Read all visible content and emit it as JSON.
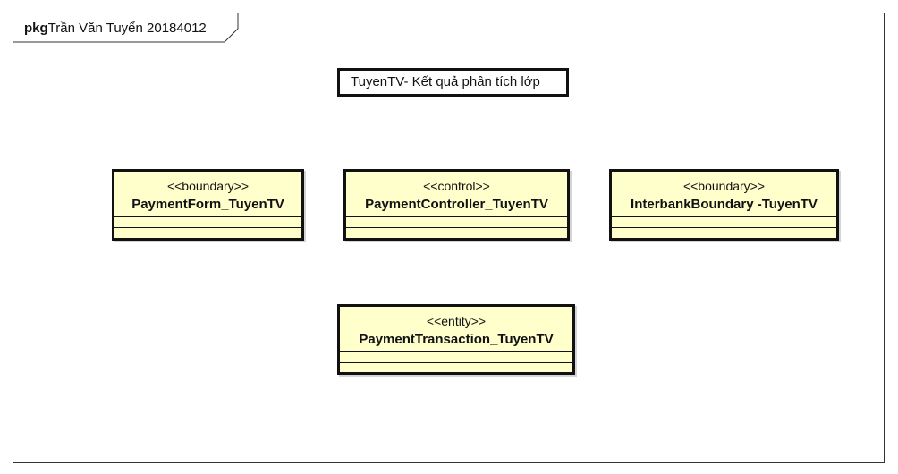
{
  "package": {
    "keyword": "pkg",
    "name": "Trần Văn Tuyển 20184012"
  },
  "note": {
    "text": "TuyenTV- Kết quả phân tích lớp"
  },
  "classes": [
    {
      "stereotype": "<<boundary>>",
      "name": "PaymentForm_TuyenTV"
    },
    {
      "stereotype": "<<control>>",
      "name": "PaymentController_TuyenTV"
    },
    {
      "stereotype": "<<boundary>>",
      "name": "InterbankBoundary -TuyenTV"
    },
    {
      "stereotype": "<<entity>>",
      "name": "PaymentTransaction_TuyenTV"
    }
  ],
  "colors": {
    "class_fill": "#ffffcc",
    "border": "#111111",
    "background": "#ffffff"
  }
}
